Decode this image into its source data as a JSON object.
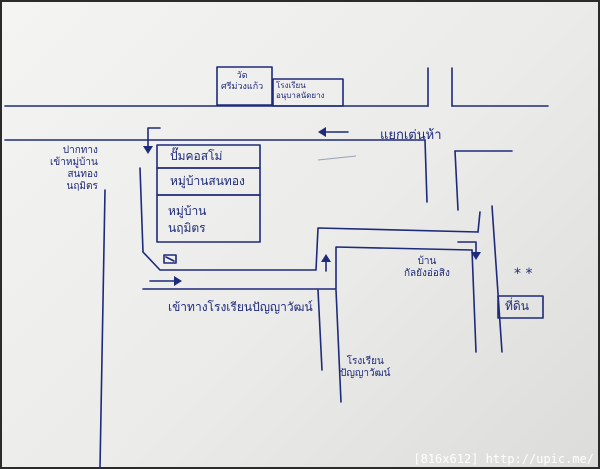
{
  "map": {
    "labels": {
      "temple": "วัด\nศรีม่วงแก้ว",
      "kindergarten": "โรงเรียน\nอนุบาลนัดยาง",
      "intersection": "แยกเต่นห้า",
      "village_entrance": "ปากทาง\nเข้าหมู่บ้าน\nสนทอง\nนฤมิตร",
      "gas_station": "ปั๊มคอสโม่",
      "village_sonthong": "หมู่บ้านสนทอง",
      "village_narumit": "หมู่บ้าน\nนฤมิตร",
      "school_entrance": "เข้าทางโรงเรียนปัญญาวัฒน์",
      "house": "บ้าน\nกัลยังอ่อสิง",
      "land": "ที่ดิน",
      "school": "โรงเรียน\nปัญญาวัฒน์",
      "stars": "* *"
    },
    "ink_color": "#1e2a7a",
    "paper_color": "#f0f0ee"
  },
  "watermark": "[816x612] http://upic.me/"
}
